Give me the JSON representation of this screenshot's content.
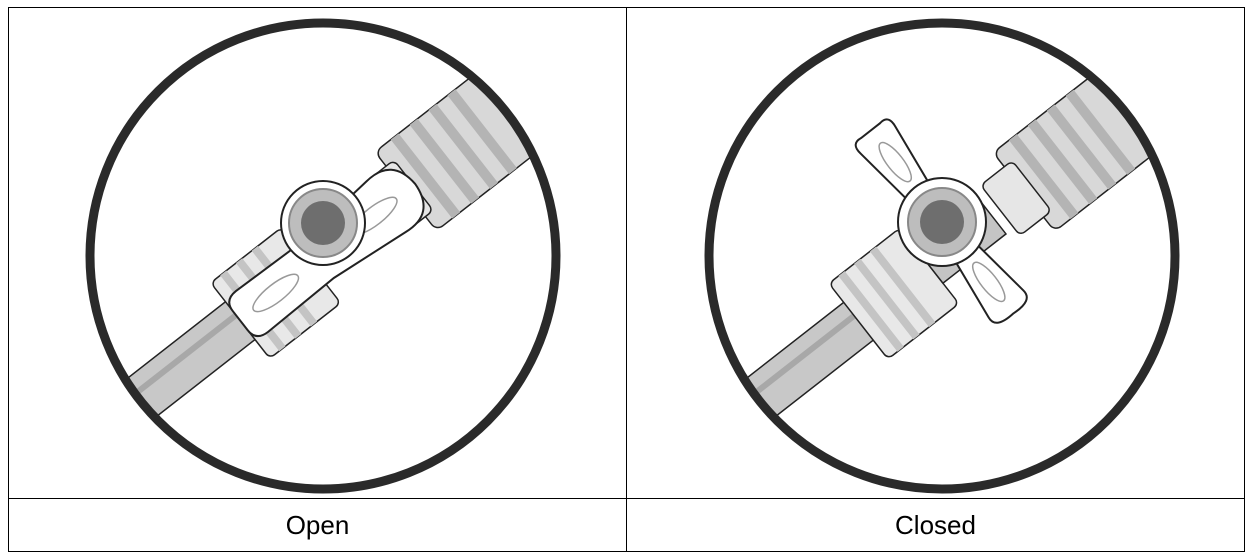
{
  "panels": [
    {
      "label": "Open",
      "icon": "stopcock-open-illustration",
      "state": "open"
    },
    {
      "label": "Closed",
      "icon": "stopcock-closed-illustration",
      "state": "closed"
    }
  ],
  "colors": {
    "outline": "#222222",
    "circle": "#2a2a2a",
    "tube": "#c8c8c8",
    "tube_stripe": "#a8a8a8",
    "hub_fill": "#9a9a9a",
    "hub_center": "#6e6e6e",
    "handle_fill": "#ffffff"
  }
}
